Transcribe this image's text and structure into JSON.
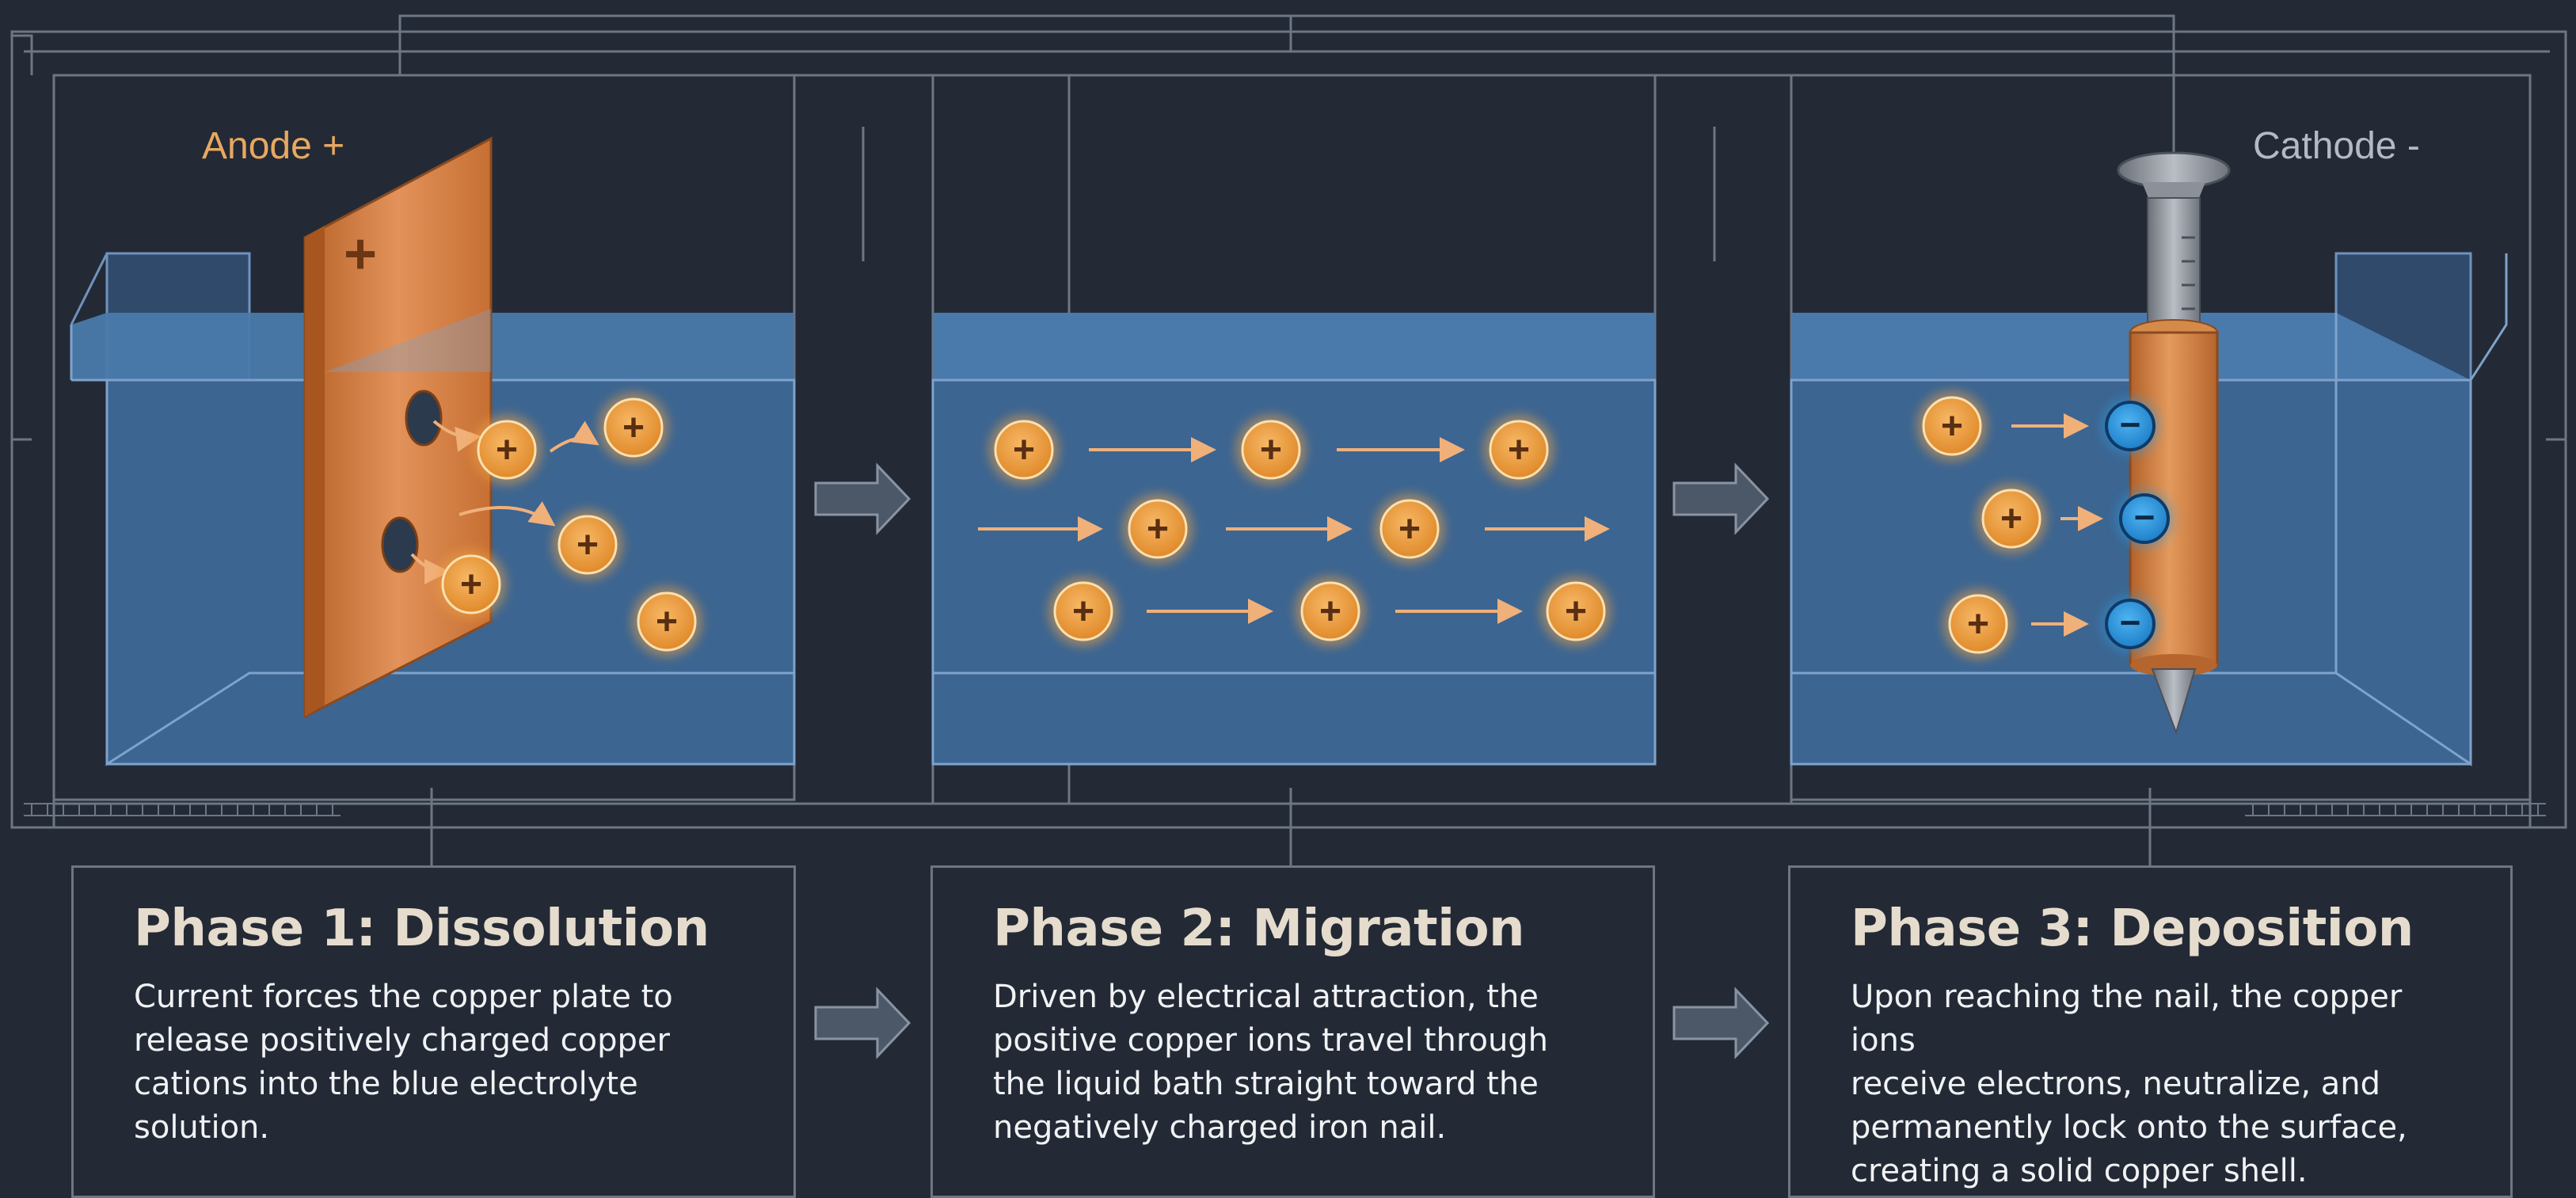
{
  "labels": {
    "anode": "Anode +",
    "cathode": "Cathode -",
    "ion_symbol": "+",
    "electron_symbol": "−",
    "plate_symbol": "+"
  },
  "phases": [
    {
      "title": "Phase 1: Dissolution",
      "lines": [
        "Current forces the copper plate to",
        "release positively charged copper",
        "cations into the blue electrolyte",
        "solution."
      ]
    },
    {
      "title": "Phase 2: Migration",
      "lines": [
        "Driven by electrical attraction, the",
        "positive copper ions travel through",
        "the liquid bath straight toward the",
        "negatively charged iron nail."
      ]
    },
    {
      "title": "Phase 3: Deposition",
      "lines": [
        "Upon reaching the nail, the copper ions",
        "receive electrons, neutralize, and",
        "permanently lock onto the surface,",
        "creating a solid copper shell."
      ]
    }
  ],
  "colors": {
    "background": "#232a36",
    "line": "#6d7684",
    "water": "#3c6591",
    "copper": "#d8843e",
    "ion": "#f0a244",
    "electron": "#2f9ae0",
    "anode_text": "#e7a861",
    "cathode_text": "#b3bac5",
    "arrow": "#f0b07a"
  },
  "icons": [
    "copper-plate-icon",
    "iron-nail-icon",
    "copper-ion-icon",
    "electron-icon",
    "flow-arrow-icon"
  ]
}
